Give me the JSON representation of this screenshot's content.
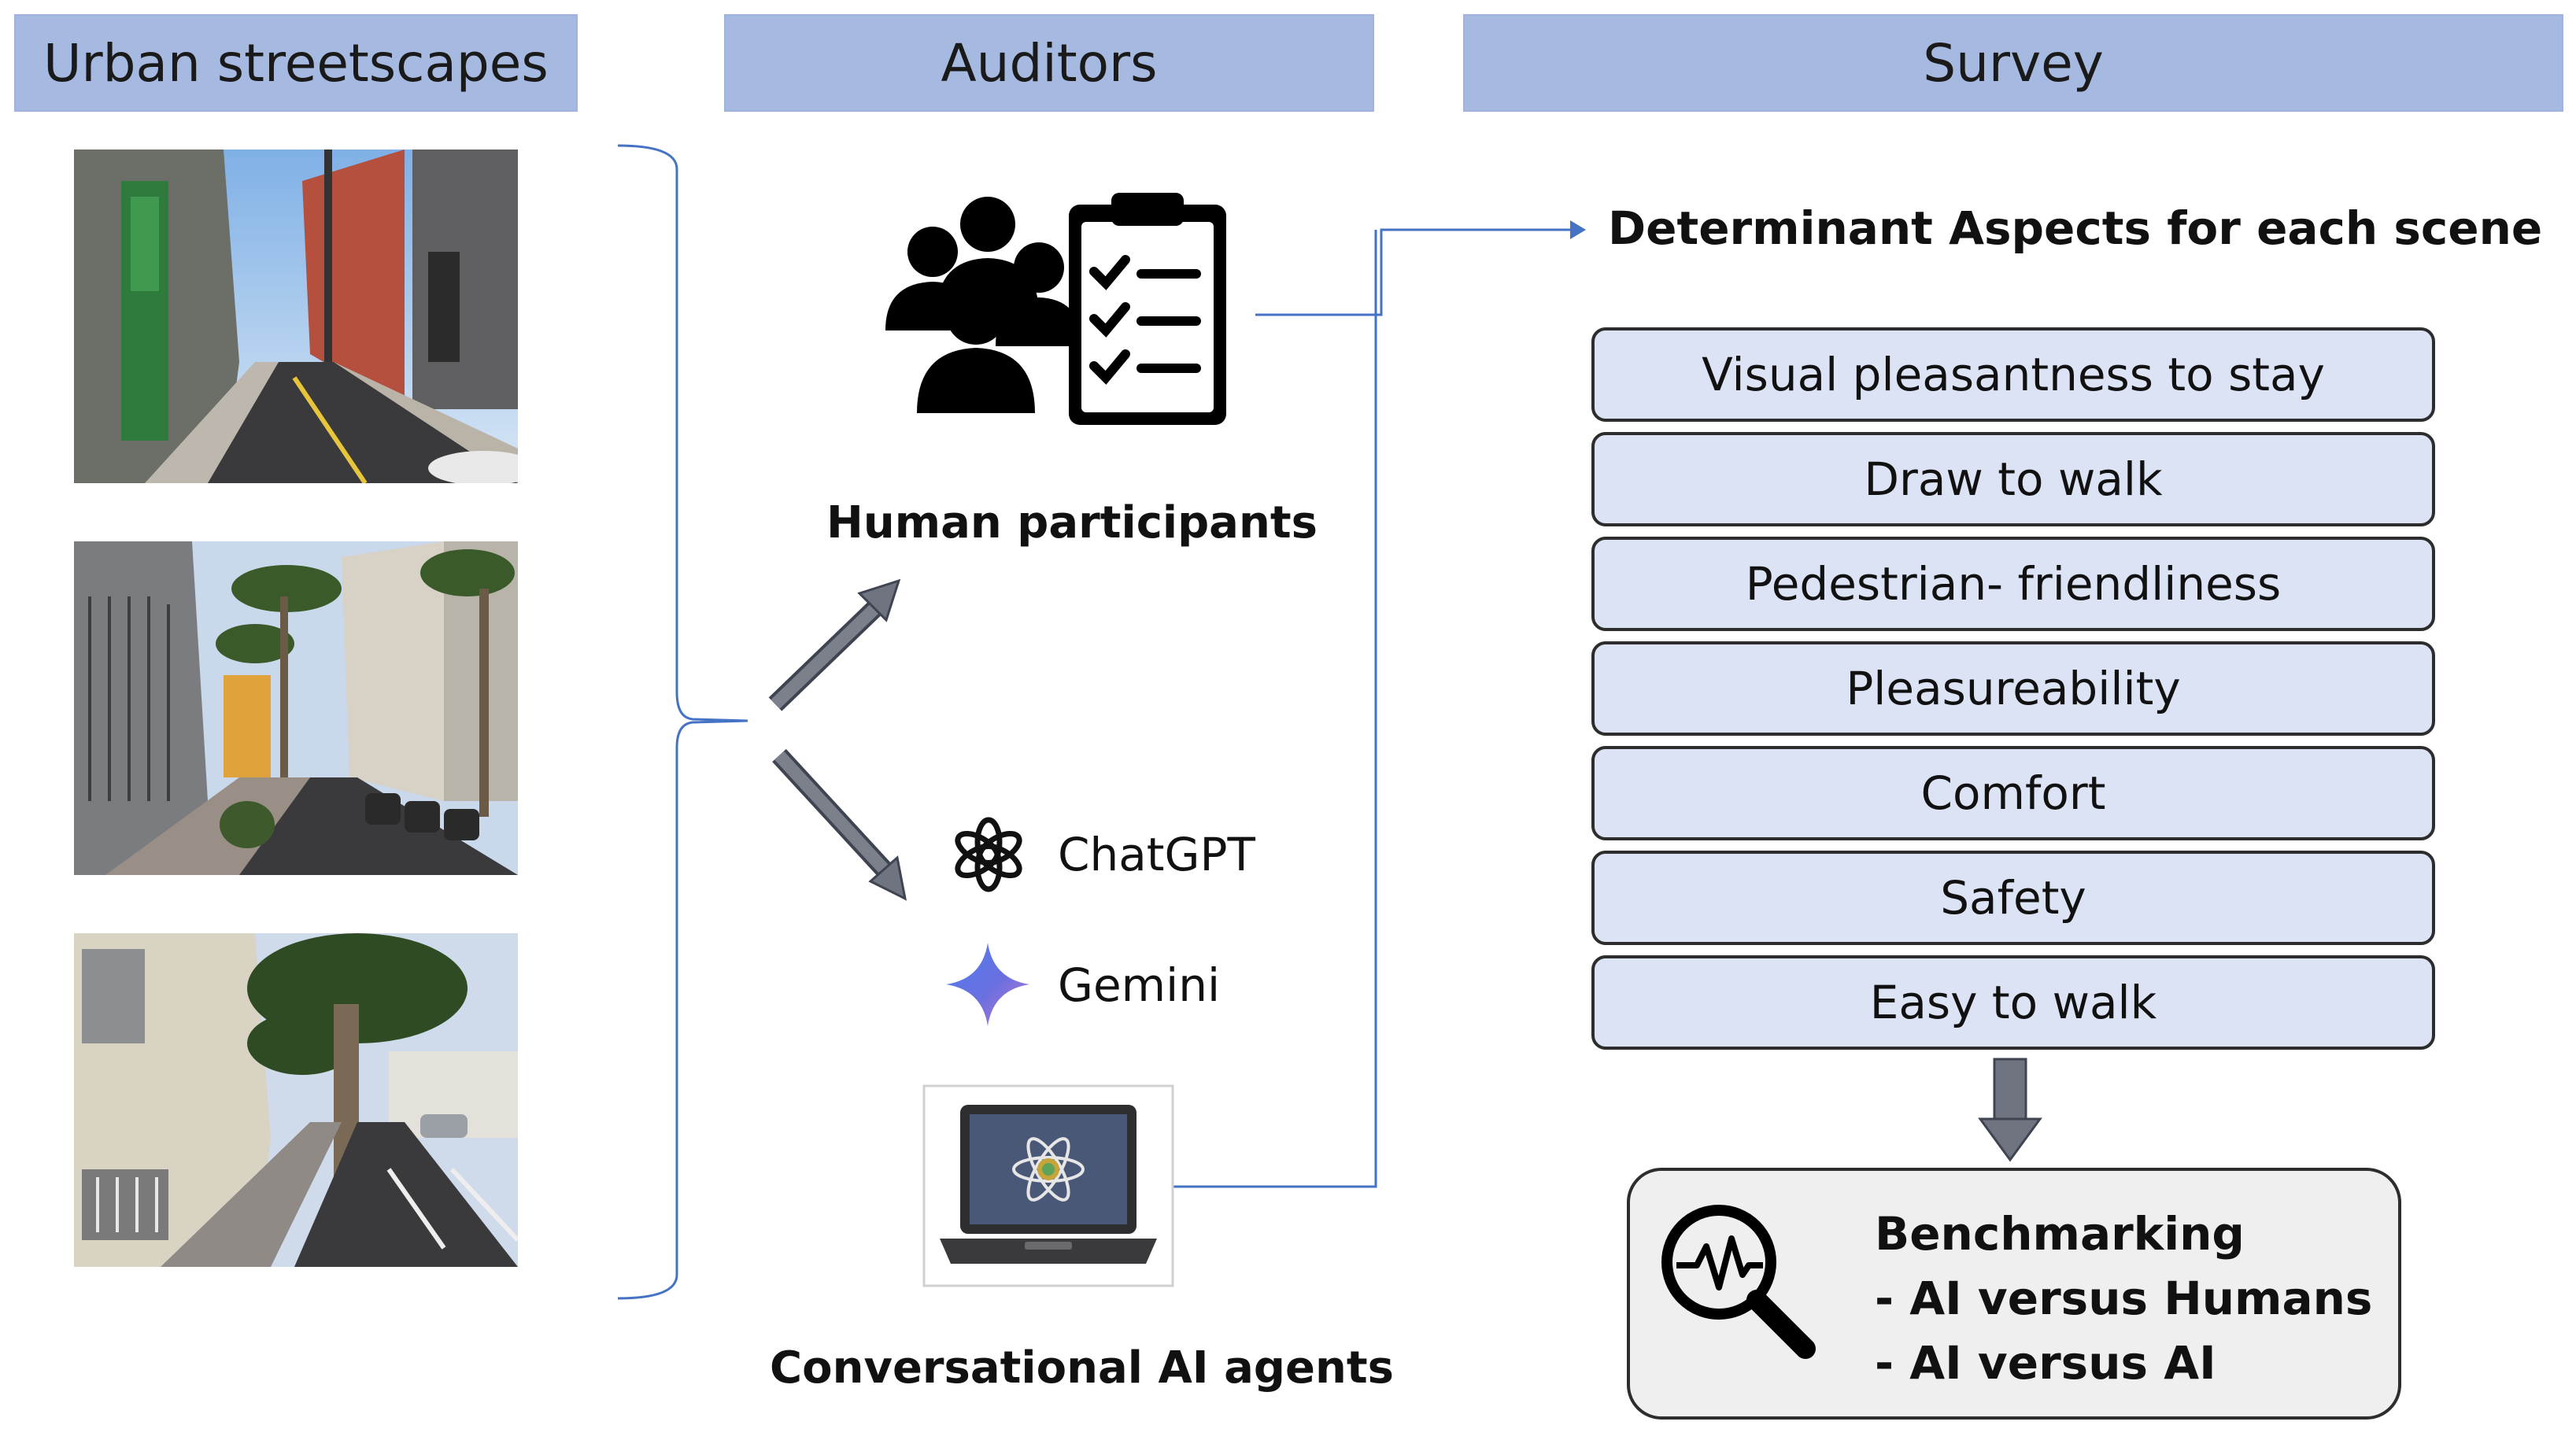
{
  "headers": {
    "streetscapes": "Urban streetscapes",
    "auditors": "Auditors",
    "survey": "Survey"
  },
  "auditors": {
    "human_label": "Human participants",
    "agents": [
      {
        "name": "ChatGPT",
        "icon": "chatgpt-logo-icon"
      },
      {
        "name": "Gemini",
        "icon": "gemini-sparkle-icon"
      }
    ],
    "ai_label": "Conversational AI agents"
  },
  "survey": {
    "title": "Determinant Aspects for each scene",
    "aspects": [
      "Visual pleasantness to stay",
      "Draw to walk",
      "Pedestrian- friendliness",
      "Pleasureability",
      "Comfort",
      "Safety",
      "Easy to walk"
    ]
  },
  "benchmarking": {
    "title": "Benchmarking",
    "items": [
      "- AI versus Humans",
      "- AI versus AI"
    ],
    "icon": "magnifier-pulse-icon"
  },
  "colors": {
    "header_fill": "#a6b9e0",
    "aspect_fill": "#dbe3f4",
    "connector": "#4472c4",
    "arrow_fill": "#6f7480",
    "bench_fill": "#efefef"
  }
}
